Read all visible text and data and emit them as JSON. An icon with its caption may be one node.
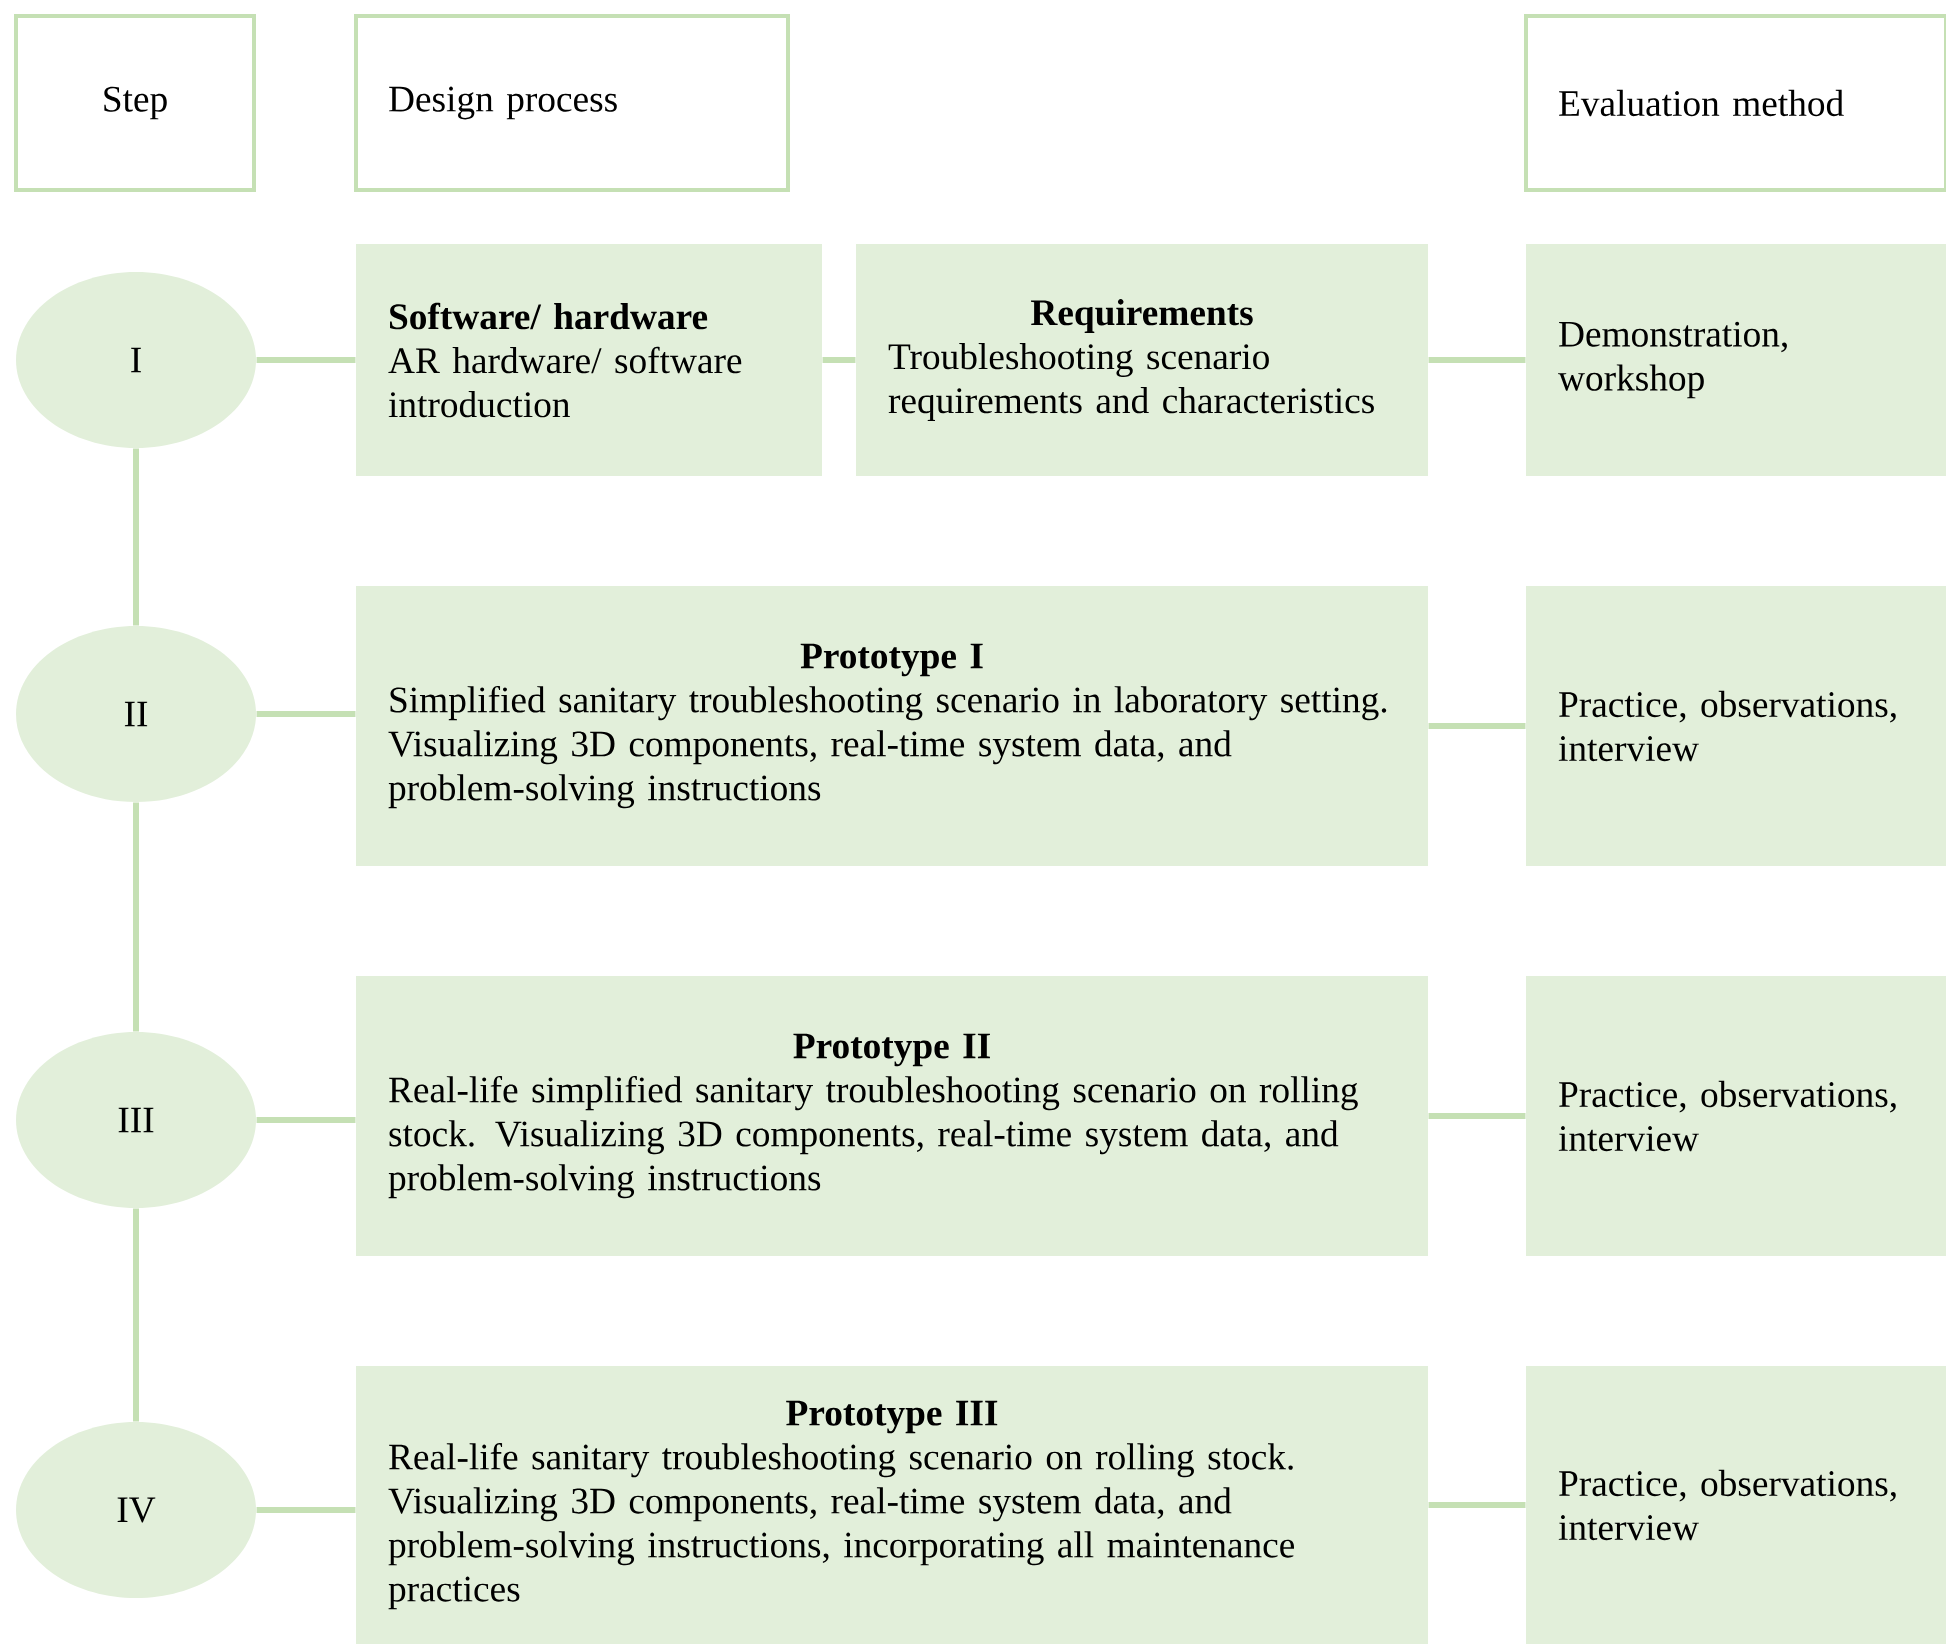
{
  "diagram": {
    "nodes": [
      {
        "text": [
          "Step"
        ]
      },
      {
        "text": [
          "Design process"
        ]
      },
      {
        "text": [
          "Evaluation method"
        ]
      },
      {
        "text": [
          "I"
        ]
      },
      {
        "text": [
          "Software/ hardware",
          "AR hardware/ software introduction"
        ]
      },
      {
        "text": [
          "Requirements",
          "Troubleshooting scenario requirements and characteristics"
        ]
      },
      {
        "text": [
          "Demonstration, workshop"
        ]
      },
      {
        "text": [
          "II"
        ]
      },
      {
        "text": [
          "Prototype I",
          "Simplified sanitary troubleshooting scenario in laboratory setting. Visualizing 3D components, real-time system data, and problem-solving instructions"
        ]
      },
      {
        "text": [
          "Practice, observations, interview"
        ]
      },
      {
        "text": [
          "III"
        ]
      },
      {
        "text": [
          "Prototype II",
          "Real-life simplified sanitary troubleshooting scenario on rolling stock. Visualizing 3D components, real-time system data, and problem-solving instructions"
        ]
      },
      {
        "text": [
          "Practice, observations, interview"
        ]
      },
      {
        "text": [
          "IV"
        ]
      },
      {
        "text": [
          "Prototype III",
          "Real-life sanitary troubleshooting scenario on rolling stock. Visualizing 3D components, real-time system data, and problem-solving instructions, incorporating all maintenance practices"
        ]
      },
      {
        "text": [
          "Practice, observations, interview"
        ]
      }
    ],
    "edges": [
      {
        "from": 3,
        "to": 4,
        "arrow": "none"
      },
      {
        "from": 4,
        "to": 5,
        "arrow": "none"
      },
      {
        "from": 5,
        "to": 6,
        "arrow": "none"
      },
      {
        "from": 3,
        "to": 7,
        "arrow": "none"
      },
      {
        "from": 7,
        "to": 8,
        "arrow": "none"
      },
      {
        "from": 8,
        "to": 9,
        "arrow": "none"
      },
      {
        "from": 7,
        "to": 10,
        "arrow": "none"
      },
      {
        "from": 10,
        "to": 11,
        "arrow": "none"
      },
      {
        "from": 11,
        "to": 12,
        "arrow": "none"
      },
      {
        "from": 10,
        "to": 13,
        "arrow": "none"
      },
      {
        "from": 13,
        "to": 14,
        "arrow": "none"
      },
      {
        "from": 14,
        "to": 15,
        "arrow": "none"
      }
    ]
  }
}
